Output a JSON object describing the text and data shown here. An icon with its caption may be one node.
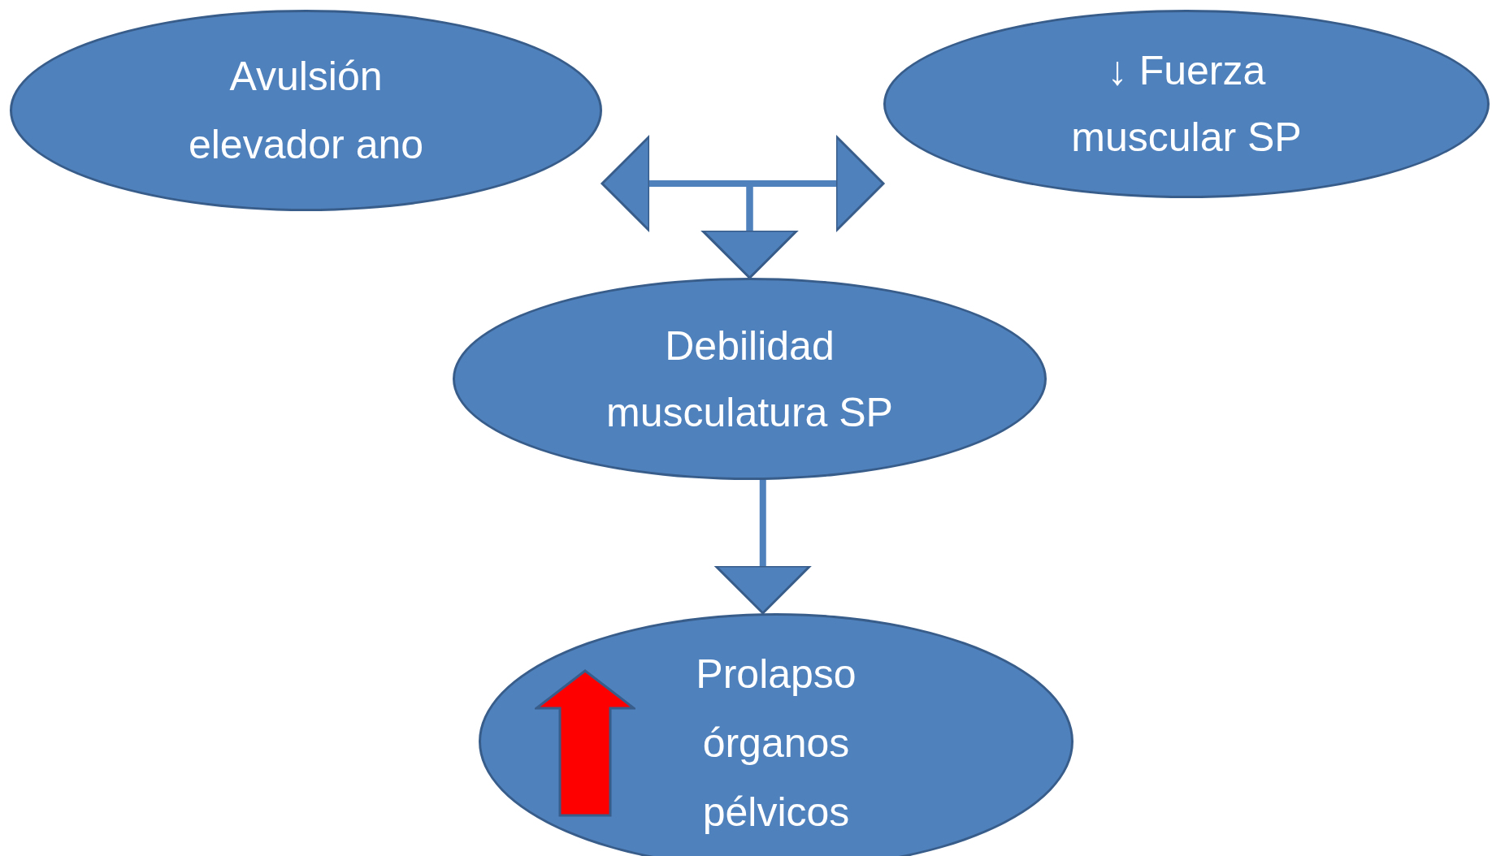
{
  "diagram": {
    "nodes": [
      {
        "text": [
          "Avulsión elevador ano"
        ]
      },
      {
        "text": [
          "↓ Fuerza muscular SP"
        ]
      },
      {
        "text": [
          "Debilidad musculatura SP"
        ]
      },
      {
        "text": [
          "Prolapso órganos pélvicos"
        ]
      }
    ],
    "edges": [
      {
        "from": 0,
        "to": 2,
        "arrow": "both"
      },
      {
        "from": 1,
        "to": 2,
        "arrow": "both"
      },
      {
        "from": 2,
        "to": 3,
        "arrow": "to"
      }
    ]
  }
}
